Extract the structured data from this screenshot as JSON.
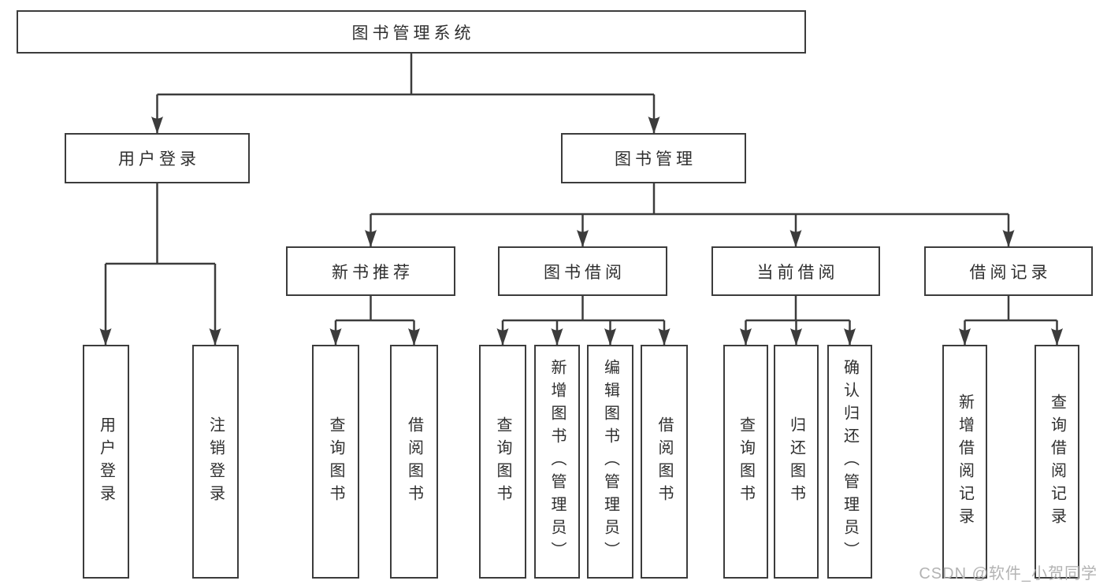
{
  "tree": {
    "label": "图书管理系统",
    "children": [
      {
        "label": "用户登录",
        "children": [
          {
            "label": "用户登录"
          },
          {
            "label": "注销登录"
          }
        ]
      },
      {
        "label": "图书管理",
        "children": [
          {
            "label": "新书推荐",
            "children": [
              {
                "label": "查询图书"
              },
              {
                "label": "借阅图书"
              }
            ]
          },
          {
            "label": "图书借阅",
            "children": [
              {
                "label": "查询图书"
              },
              {
                "label": "新增图书（管理员）"
              },
              {
                "label": "编辑图书（管理员）"
              },
              {
                "label": "借阅图书"
              }
            ]
          },
          {
            "label": "当前借阅",
            "children": [
              {
                "label": "查询图书"
              },
              {
                "label": "归还图书"
              },
              {
                "label": "确认归还（管理员）"
              }
            ]
          },
          {
            "label": "借阅记录",
            "children": [
              {
                "label": "新增借阅记录"
              },
              {
                "label": "查询借阅记录"
              }
            ]
          }
        ]
      }
    ]
  },
  "watermark": "CSDN @软件_小贺同学",
  "colors": {
    "line": "#3c3c3c",
    "text": "#2f2f2f",
    "watermark": "#b3b3b3",
    "background": "#ffffff"
  }
}
